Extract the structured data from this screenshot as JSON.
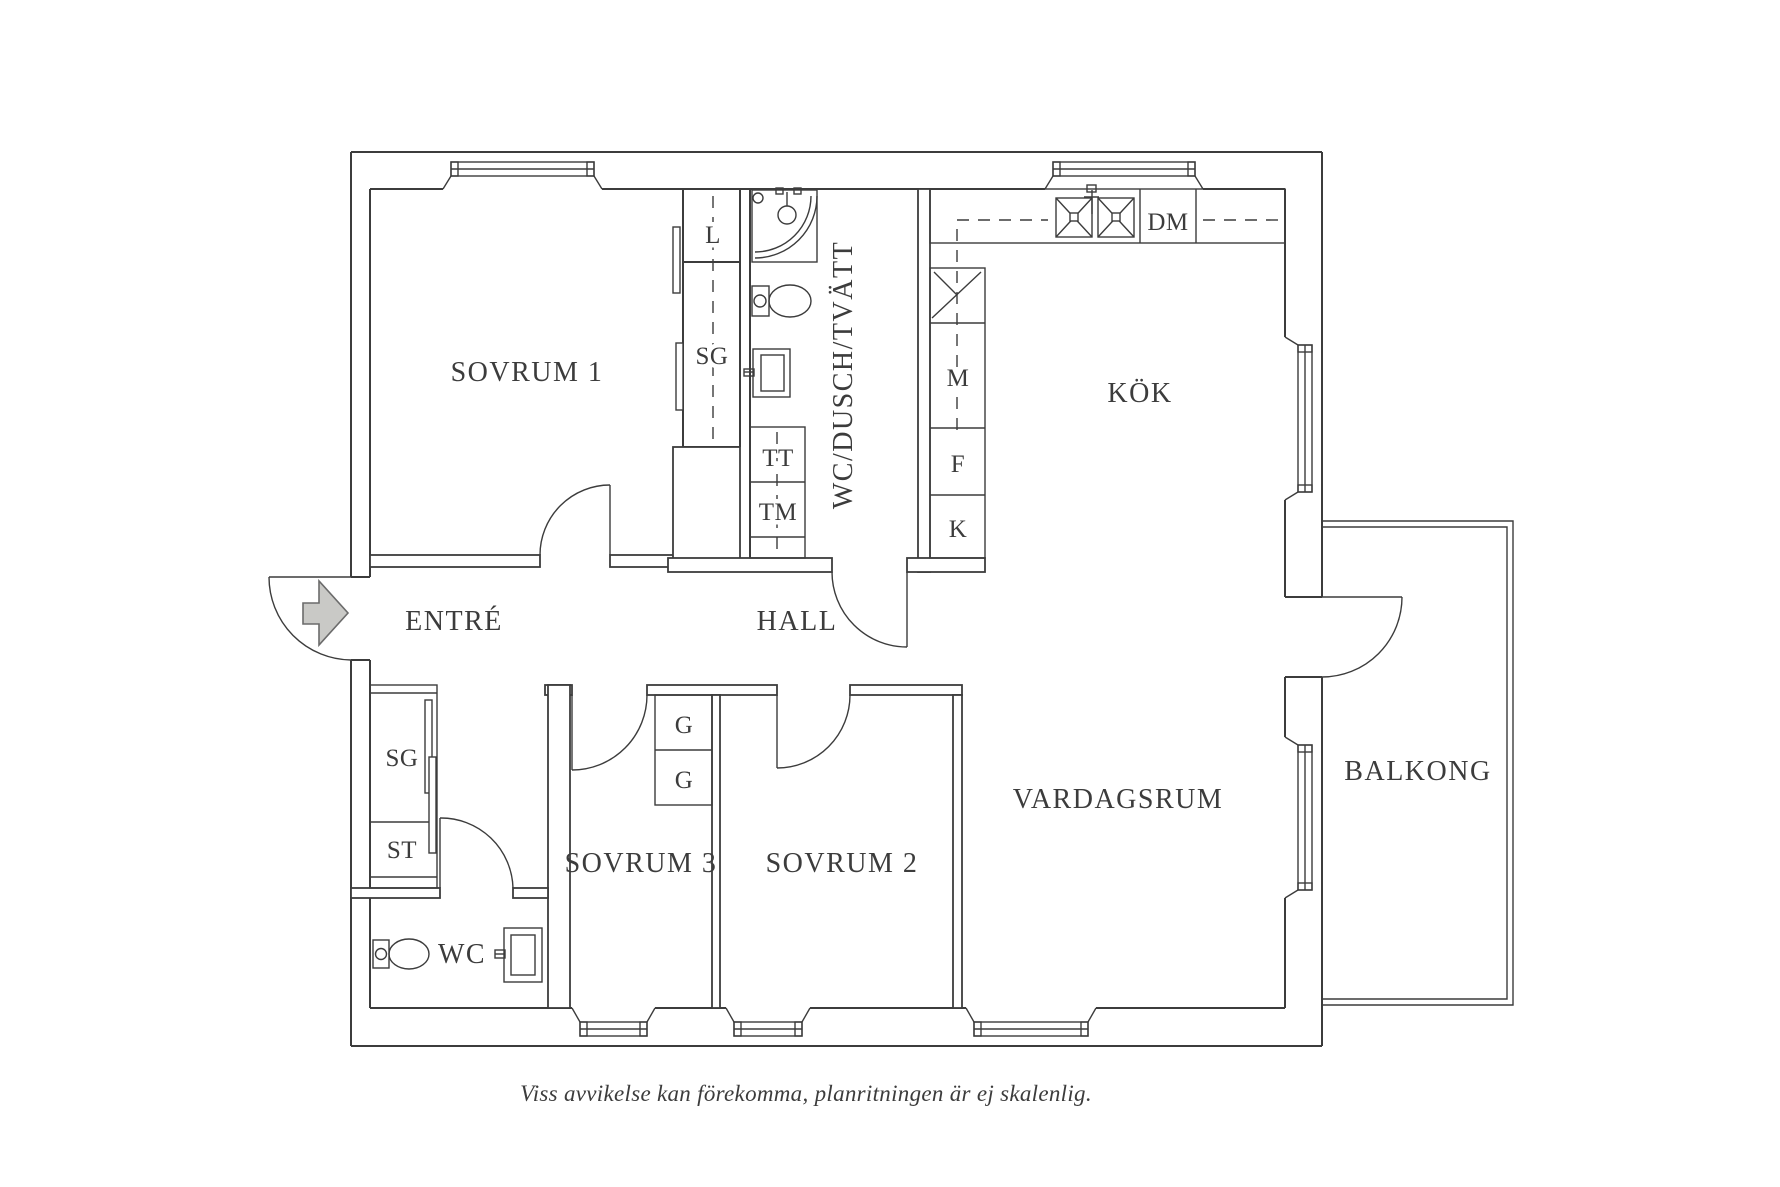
{
  "plan": {
    "rooms": {
      "sovrum1": "SOVRUM 1",
      "kok": "KÖK",
      "wc_dusch_tvatt": "WC/DUSCH/TVÄTT",
      "entre": "ENTRÉ",
      "hall": "HALL",
      "sovrum3": "SOVRUM 3",
      "sovrum2": "SOVRUM 2",
      "vardagsrum": "VARDAGSRUM",
      "balkong": "BALKONG",
      "wc": "WC"
    },
    "closets": {
      "l": "L",
      "sg_upper": "SG",
      "tt": "TT",
      "tm": "TM",
      "g1": "G",
      "g2": "G",
      "sg_lower": "SG",
      "st": "ST"
    },
    "appliances": {
      "m": "M",
      "f": "F",
      "k": "K",
      "dm": "DM"
    },
    "caption": "Viss avvikelse kan förekomma, planritningen är ej skalenlig.",
    "colors": {
      "line": "#3c3c3c",
      "arrow_fill": "#c9c9c6",
      "background": "#ffffff"
    }
  }
}
